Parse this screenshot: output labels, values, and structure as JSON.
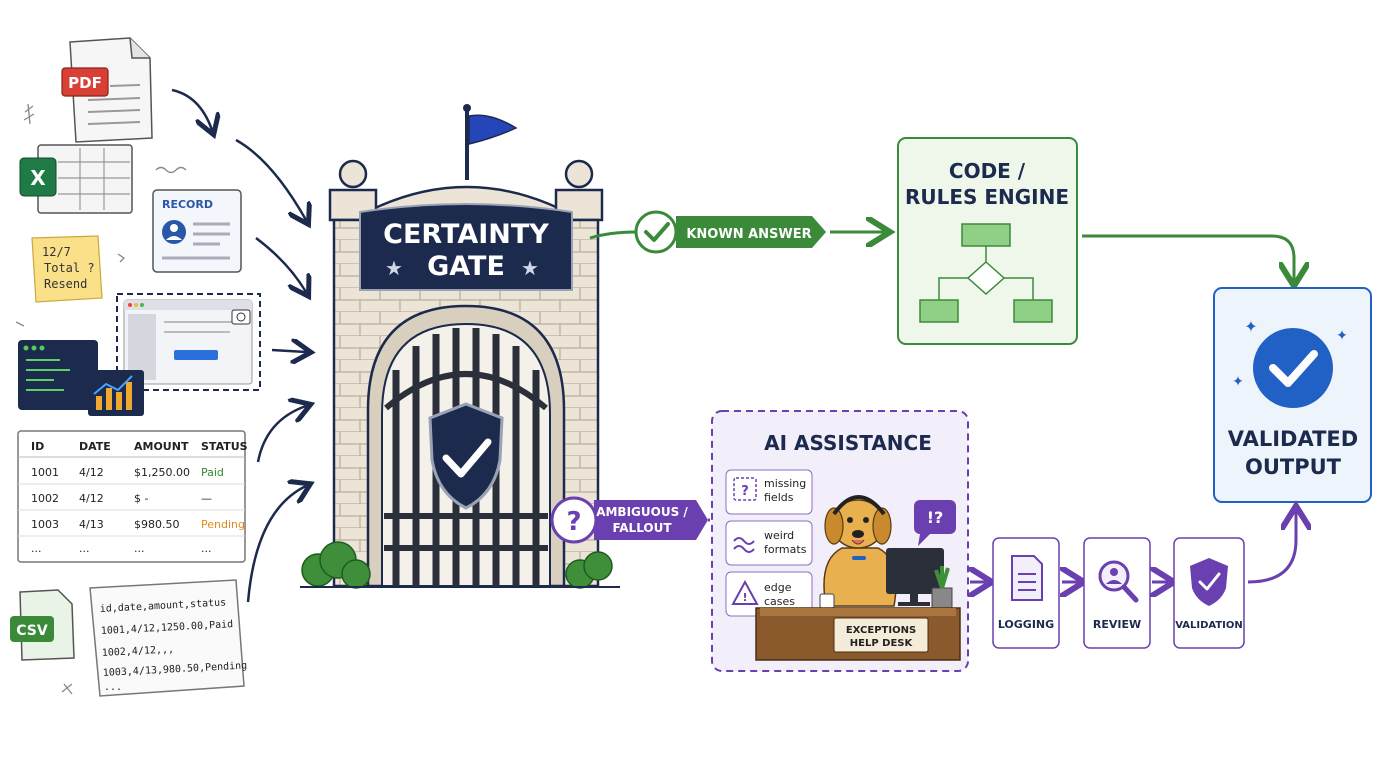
{
  "inputs": {
    "pdf_label": "PDF",
    "record_label": "RECORD",
    "sticky_note": [
      "12/7",
      "Total ?",
      "Resend"
    ],
    "csv_label": "CSV",
    "table": {
      "headers": [
        "ID",
        "DATE",
        "AMOUNT",
        "STATUS"
      ],
      "rows": [
        [
          "1001",
          "4/12",
          "$1,250.00",
          "Paid"
        ],
        [
          "1002",
          "4/12",
          "$ -",
          "—"
        ],
        [
          "1003",
          "4/13",
          "$980.50",
          "Pending"
        ],
        [
          "...",
          "...",
          "...",
          "..."
        ]
      ]
    },
    "csv_lines": [
      "id,date,amount,status",
      "1001,4/12,1250.00,Paid",
      "1002,4/12,,,",
      "1003,4/13,980.50,Pending",
      "..."
    ]
  },
  "gate": {
    "title_line1": "CERTAINTY",
    "title_line2": "GATE"
  },
  "known_answer": {
    "label": "KNOWN ANSWER"
  },
  "rules_engine": {
    "title_line1": "CODE /",
    "title_line2": "RULES ENGINE"
  },
  "ambiguous": {
    "label_line1": "AMBIGUOUS /",
    "label_line2": "FALLOUT"
  },
  "ai_assistance": {
    "title": "AI ASSISTANCE",
    "items": [
      {
        "line1": "missing",
        "line2": "fields",
        "icon": "question-box-icon"
      },
      {
        "line1": "weird",
        "line2": "formats",
        "icon": "wave-icon"
      },
      {
        "line1": "edge",
        "line2": "cases",
        "icon": "warning-icon"
      }
    ],
    "desk_sign": [
      "EXCEPTIONS",
      "HELP DESK"
    ],
    "speech_bubble": "!?"
  },
  "steps": [
    {
      "label": "LOGGING",
      "icon": "document-icon"
    },
    {
      "label": "REVIEW",
      "icon": "magnifier-icon"
    },
    {
      "label": "VALIDATION",
      "icon": "shield-check-icon"
    }
  ],
  "output": {
    "title_line1": "VALIDATED",
    "title_line2": "OUTPUT"
  },
  "colors": {
    "navy": "#1c2a4d",
    "green": "#3b8a3a",
    "purple": "#6a3fb0",
    "output_blue": "#2160c4",
    "stone": "#ece4d6"
  }
}
